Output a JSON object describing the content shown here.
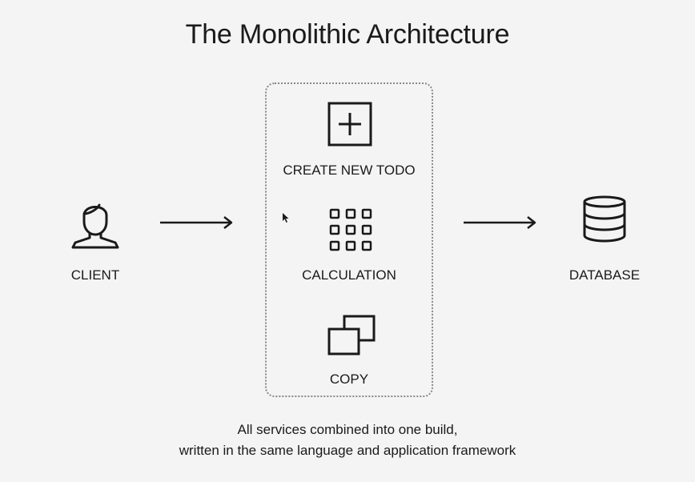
{
  "title": "The Monolithic Architecture",
  "client": {
    "label": "CLIENT",
    "icon": "user-icon"
  },
  "monolith": {
    "services": [
      {
        "label": "CREATE NEW TODO",
        "icon": "plus-square-icon"
      },
      {
        "label": "CALCULATION",
        "icon": "grid-icon"
      },
      {
        "label": "COPY",
        "icon": "copy-icon"
      }
    ]
  },
  "database": {
    "label": "DATABASE",
    "icon": "database-icon"
  },
  "caption": {
    "line1": "All services combined into one build,",
    "line2": "written in the same language and application framework"
  }
}
